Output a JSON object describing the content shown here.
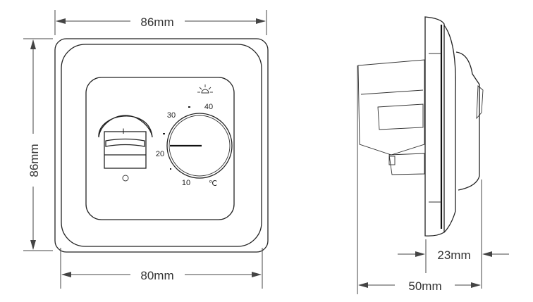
{
  "front_view": {
    "width_outer": "86mm",
    "height_outer": "86mm",
    "width_inner": "80mm",
    "switch_on_label": "I",
    "switch_off_label": "O",
    "dial_scale": [
      "10",
      "20",
      "30",
      "40"
    ],
    "unit": "℃",
    "sun_icon": "sun-icon"
  },
  "side_view": {
    "total_depth": "50mm",
    "front_depth": "23mm"
  }
}
